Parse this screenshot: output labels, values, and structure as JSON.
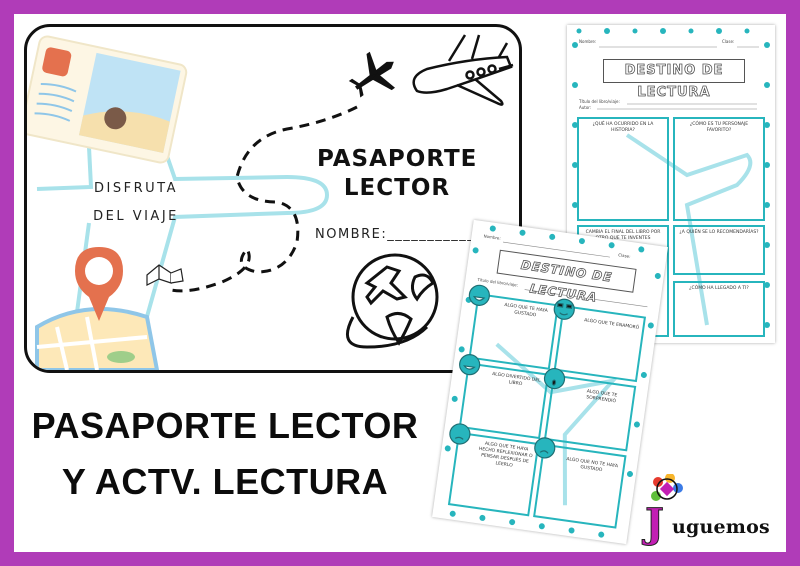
{
  "colors": {
    "border_purple": "#b03cb8",
    "teal": "#27b5bd",
    "light_blue": "#a8e2ea",
    "pin_orange": "#e07a5f",
    "logo_magenta": "#c21fb3"
  },
  "passport_cover": {
    "title_line1": "PASAPORTE",
    "title_line2": "LECTOR",
    "enjoy_line1": "DISFRUTA",
    "enjoy_line2": "DEL VIAJE",
    "name_label": "NOMBRE:____________",
    "icons": [
      "postcard-icon",
      "airplane-silhouette-icon",
      "airplane-outline-icon",
      "globe-plane-icon",
      "open-book-icon",
      "map-pin-icon"
    ]
  },
  "headline": {
    "line1": "PASAPORTE  LECTOR",
    "line2": "Y ACTV. LECTURA"
  },
  "worksheet_back": {
    "name_label": "Nombre:",
    "class_label": "Clase:",
    "banner": "DESTINO DE LECTURA",
    "book_title_label": "Título del libro/viaje:",
    "author_label": "Autor:",
    "boxes": [
      "¿QUÉ HA OCURRIDO EN LA HISTORIA?",
      "¿CÓMO ES TU PERSONAJE FAVORITO?",
      "CAMBIA EL FINAL DEL LIBRO POR OTRO QUE TE INVENTES",
      "¿A QUIÉN SE LO RECOMENDARÍAS?",
      "¿CÓMO HA LLEGADO A TI?"
    ]
  },
  "worksheet_front": {
    "name_label": "Nombre:",
    "class_label": "Clase:",
    "banner": "DESTINO DE LECTURA",
    "book_title_label": "Título del libro/viaje:",
    "boxes": [
      {
        "label": "ALGO QUE TE HAYA GUSTADO",
        "emoji": "laughing-face-icon"
      },
      {
        "label": "ALGO QUE TE ENAMORÓ",
        "emoji": "sunglasses-face-icon"
      },
      {
        "label": "ALGO DIVERTIDO DEL LIBRO",
        "emoji": "grinning-face-icon"
      },
      {
        "label": "ALGO QUE TE SORPRENDIÓ",
        "emoji": "surprised-face-icon"
      },
      {
        "label": "ALGO QUE TE HAYA HECHO REFLEXIONAR O PENSAR DESPUÉS DE LEERLO",
        "emoji": "thinking-face-icon"
      },
      {
        "label": "ALGO QUE NO TE HAYA GUSTADO",
        "emoji": "frowning-face-icon"
      }
    ]
  },
  "logo": {
    "initial": "J",
    "text": "uguemos"
  }
}
